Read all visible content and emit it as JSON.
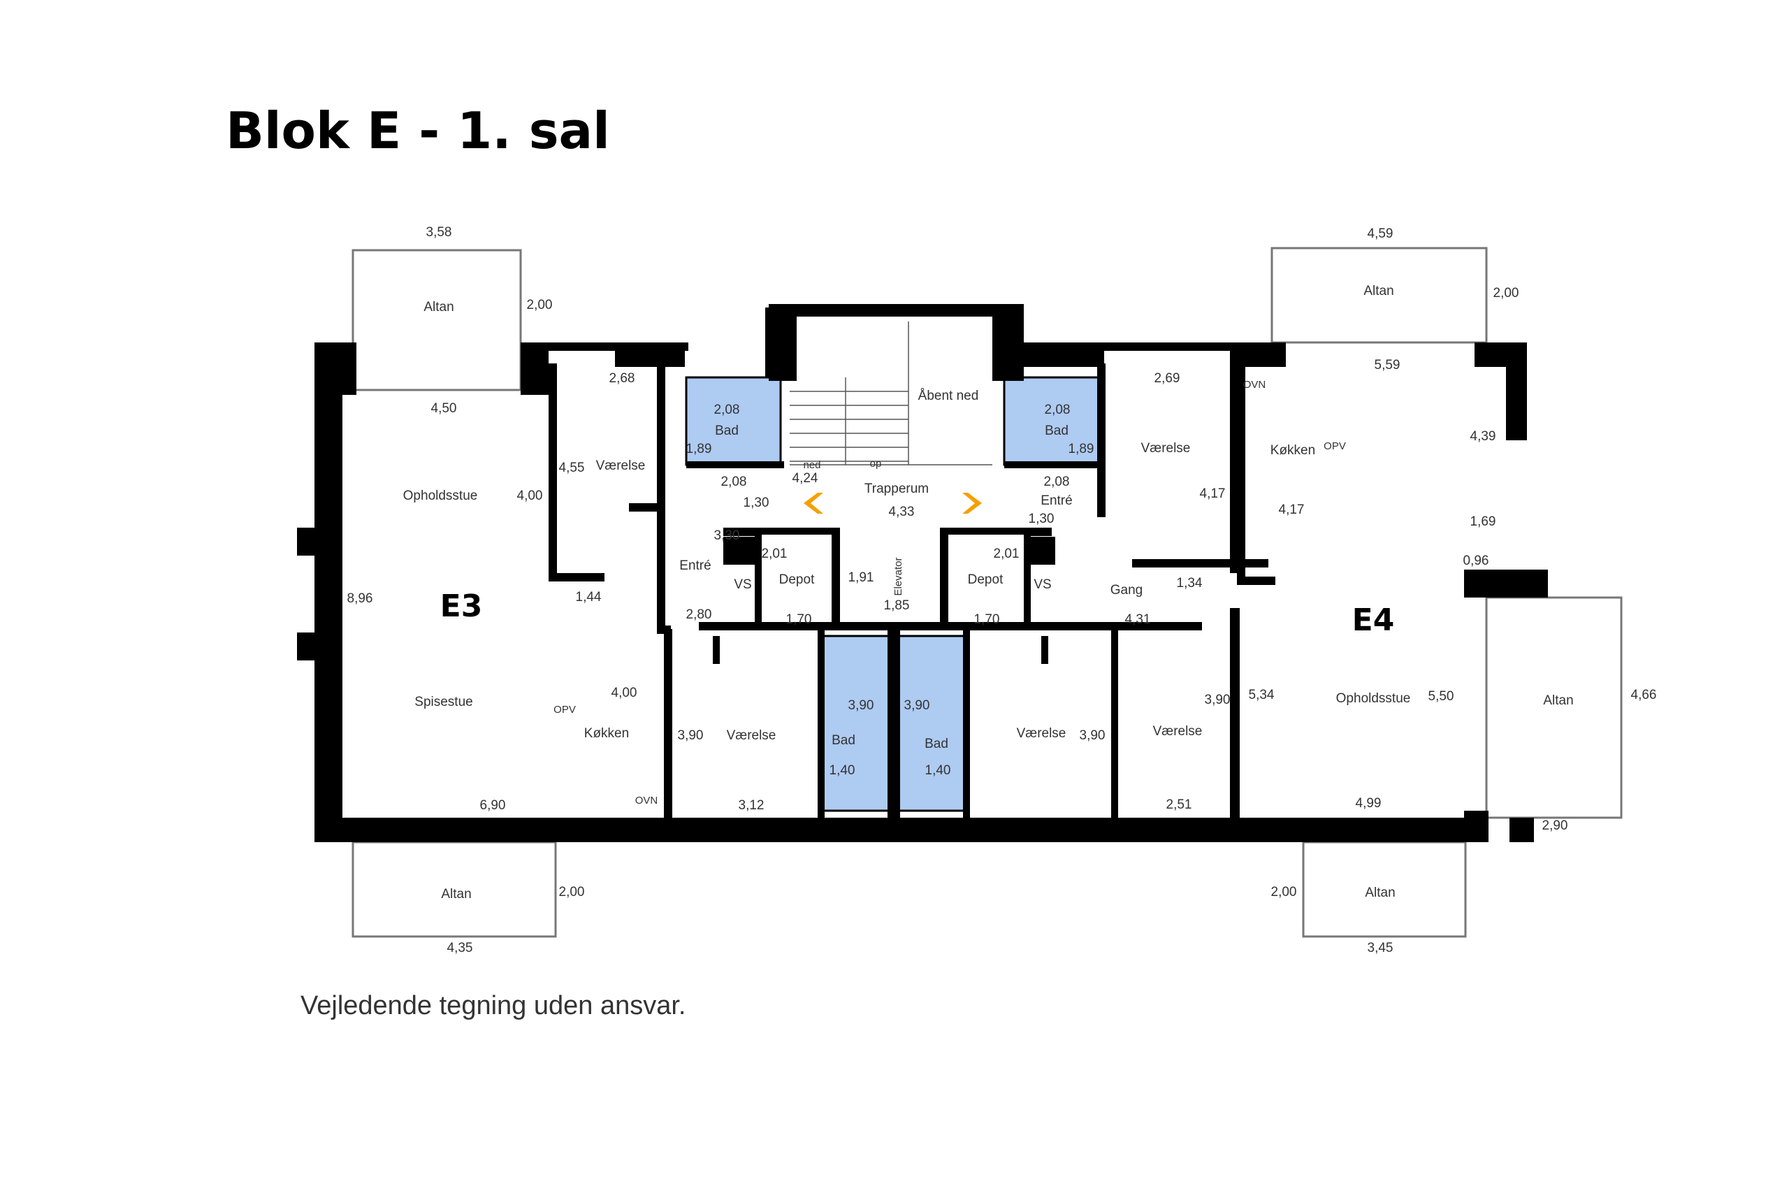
{
  "title": "Blok E - 1. sal",
  "disclaimer": "Vejledende tegning uden ansvar.",
  "colors": {
    "wall": "#000000",
    "bathroom": "#aecbf2",
    "arrow": "#f5a000",
    "background": "#ffffff"
  },
  "units": {
    "left": "E3",
    "right": "E4"
  },
  "rooms": {
    "altan": "Altan",
    "opholdsstue": "Opholdsstue",
    "spisestue": "Spisestue",
    "koekken": "Køkken",
    "vaerelse": "Værelse",
    "bad": "Bad",
    "entre": "Entré",
    "depot": "Depot",
    "vs": "VS",
    "trapperum": "Trapperum",
    "elevator": "Elevator",
    "aabent_ned": "Åbent ned",
    "gang": "Gang",
    "ned": "ned",
    "op": "op",
    "opv": "OPV",
    "ovn": "OVN"
  },
  "dimensions": {
    "d_3_58": "3,58",
    "d_2_00": "2,00",
    "d_4_50": "4,50",
    "d_4_00": "4,00",
    "d_8_96": "8,96",
    "d_6_90": "6,90",
    "d_4_35": "4,35",
    "d_2_68": "2,68",
    "d_4_55": "4,55",
    "d_1_44": "1,44",
    "d_2_08": "2,08",
    "d_1_89": "1,89",
    "d_1_30": "1,30",
    "d_3_30": "3,30",
    "d_2_80": "2,80",
    "d_2_01": "2,01",
    "d_1_70": "1,70",
    "d_3_90": "3,90",
    "d_3_12": "3,12",
    "d_1_40": "1,40",
    "d_4_24": "4,24",
    "d_4_33": "4,33",
    "d_1_91": "1,91",
    "d_1_85": "1,85",
    "d_2_69": "2,69",
    "d_4_17": "4,17",
    "d_1_34": "1,34",
    "d_4_31": "4,31",
    "d_2_51": "2,51",
    "d_4_59": "4,59",
    "d_5_59": "5,59",
    "d_4_39": "4,39",
    "d_1_69": "1,69",
    "d_0_96": "0,96",
    "d_5_34": "5,34",
    "d_5_50": "5,50",
    "d_4_99": "4,99",
    "d_4_66": "4,66",
    "d_2_90": "2,90",
    "d_3_45": "3,45"
  }
}
